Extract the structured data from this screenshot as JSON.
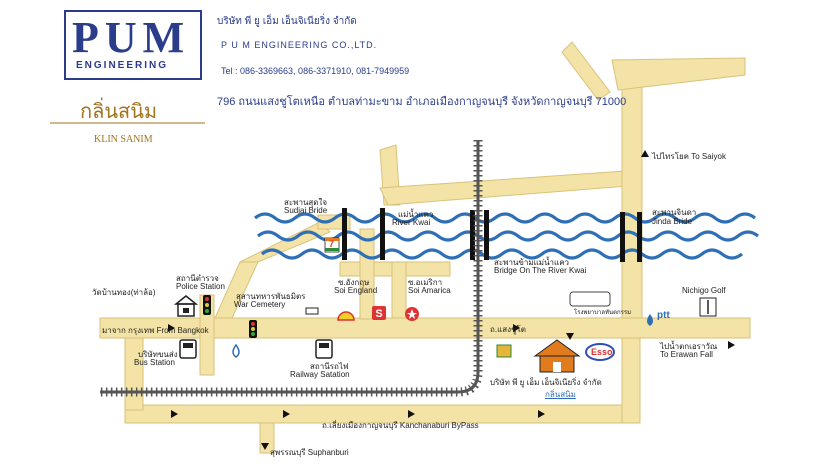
{
  "header": {
    "logo_text": "PUM",
    "logo_sub": "ENGINEERING",
    "company_th": "บริษัท พี ยู เอ็ม เอ็นจิเนียริ่ง จำกัด",
    "company_en": "P U M  ENGINEERING CO.,LTD.",
    "tel": "Tel : 086-3369663, 086-3371910, 081-7949959",
    "address": "796 ถนนแสงชูโตเหนือ ตำบลท่ามะขาม อำเภอเมืองกาญจนบุรี จังหวัดกาญจนบุรี 71000",
    "brand_th": "กลิ่นสนิม",
    "brand_en": "KLIN   SANIM"
  },
  "labels": {
    "saiyok": "ไปไทรโยค  To Saiyok",
    "sudjai_th": "สะพานสุดใจ",
    "sudjai_en": "Sudjai Bride",
    "river_th": "แม่น้ำแคว",
    "river_en": "River Kwai",
    "bridge_th": "สะพานข้ามแม่น้ำแคว",
    "bridge_en": "Bridge On The River Kwai",
    "jinda_th": "สะพานจินดา",
    "jinda_en": "Jinda Bride",
    "soi_england_th": "ซ.อังกฤษ",
    "soi_england_en": "Soi England",
    "soi_amarica_th": "ซ.อเมริกา",
    "soi_amarica_en": "Soi Amarica",
    "temple": "วัดบ้านทอง(ท่าล้อ)",
    "police_th": "สถานีตำรวจ",
    "police_en": "Police Station",
    "war_th": "สุสานทหารพันธมิตร",
    "war_en": "War Cemetery",
    "from_bangkok": "มาจาก  กรุงเทพ  From Bangkok",
    "bus_th": "บริษัทขนส่ง",
    "bus_en": "Bus Station",
    "rail_th": "สถานีรถไฟ",
    "rail_en": "Railway Satation",
    "road_saengchuto": "ถ.แสงชูโต",
    "nichigo": "Nichigo Golf",
    "ptt": "ptt",
    "hospital_th": "โรงพยาบาลทันตกรรม",
    "erawan": "ไปน้ำตกเอราวัณ\n To Erawan Fall",
    "erawan_th": "ไปน้ำตกเอราวัณ",
    "erawan_en": "To Erawan Fall",
    "company_map_th": "บริษัท  พี  ยู  เอ็ม  เอ็นจิเนียริ่ง  จำกัด",
    "klinsanim_map": "กลิ่นสนิม",
    "bypass": "ถ.เลี่ยงเมืองกาญจนบุรี   Kanchanaburi ByPass",
    "suphanburi": "สุพรรณบุรี  Suphanburi",
    "esso": "Esso",
    "seven": "7"
  },
  "colors": {
    "road": "#f4e3a6",
    "road_edge": "#d9c27a",
    "river": "#2e6fb7",
    "rail": "#555555",
    "text_blue": "#1a2a6c",
    "brand_gold": "#a1731c",
    "house": "#e07b1e"
  }
}
